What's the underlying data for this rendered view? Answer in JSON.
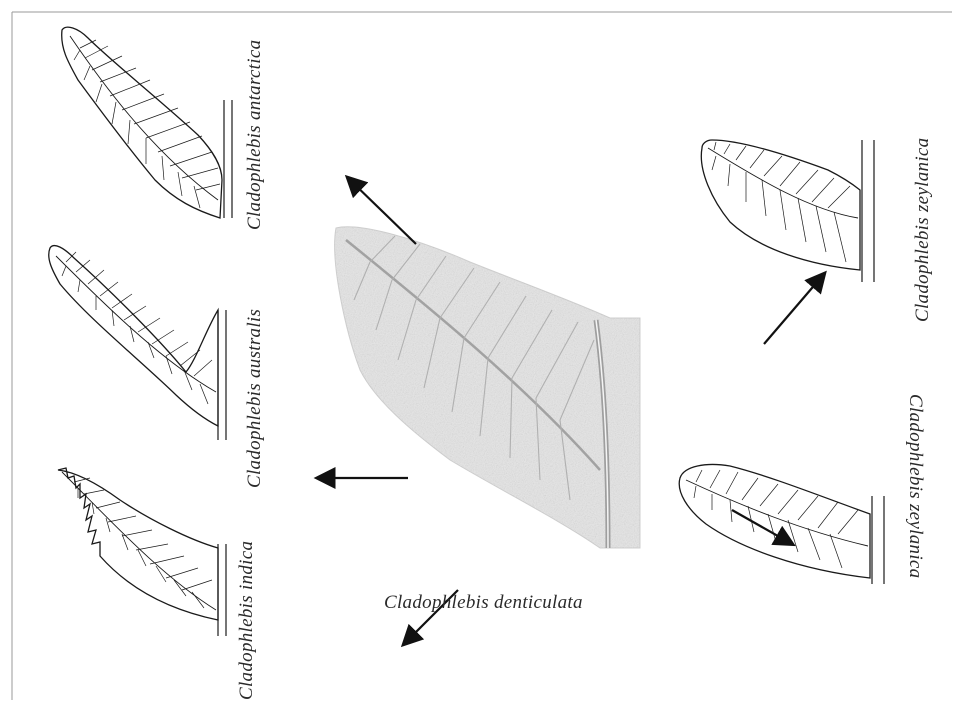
{
  "labels": {
    "antarctica": "Cladophlebis antarctica",
    "australis": "Cladophlebis australis",
    "indica": "Cladophlebis indica",
    "zeylanica_top": "Cladophlebis zeylanica",
    "zeylanica_bottom": "Cladophlebis zeylanica",
    "center": "Cladophlebis denticulata"
  },
  "colors": {
    "ink": "#1a1a1a",
    "fossil": "#dcdcdc",
    "frame": "#9a9a9a"
  }
}
